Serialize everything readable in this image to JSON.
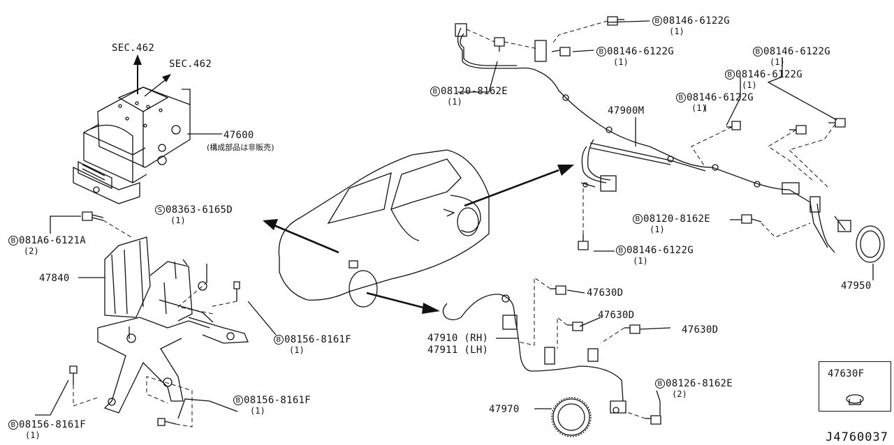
{
  "sections": {
    "sec1": "SEC.462",
    "sec2": "SEC.462"
  },
  "parts": {
    "abs_actuator": {
      "number": "47600",
      "note": "(構成部品は非販売)"
    },
    "bracket": "47840",
    "harness": "47900M",
    "sensor_rh": "47910 (RH)",
    "sensor_lh": "47911 (LH)",
    "rotor_rear": "47950",
    "rotor_front": "47970",
    "clip_a": "47630D",
    "clip_b": "47630D",
    "clip_c": "47630D",
    "clip_box": "47630F"
  },
  "fasteners": [
    {
      "prefix": "B",
      "part": "08146-6122G",
      "qty": "(1)"
    },
    {
      "prefix": "B",
      "part": "08146-6122G",
      "qty": "(1)"
    },
    {
      "prefix": "B",
      "part": "08146-6122G",
      "qty": "(1)"
    },
    {
      "prefix": "B",
      "part": "08146-6122G",
      "qty": "(1)"
    },
    {
      "prefix": "B",
      "part": "08146-6122G",
      "qty": "(1)"
    },
    {
      "prefix": "B",
      "part": "08120-8162E",
      "qty": "(1)"
    },
    {
      "prefix": "B",
      "part": "08120-8162E",
      "qty": "(1)"
    },
    {
      "prefix": "B",
      "part": "08146-6122G",
      "qty": "(1)"
    },
    {
      "prefix": "S",
      "part": "08363-6165D",
      "qty": "(1)"
    },
    {
      "prefix": "B",
      "part": "081A6-6121A",
      "qty": "(2)"
    },
    {
      "prefix": "B",
      "part": "08156-8161F",
      "qty": "(1)"
    },
    {
      "prefix": "B",
      "part": "08156-8161F",
      "qty": "(1)"
    },
    {
      "prefix": "B",
      "part": "08156-8161F",
      "qty": "(1)"
    },
    {
      "prefix": "B",
      "part": "08126-8162E",
      "qty": "(2)"
    }
  ],
  "diagram_id": "J4760037"
}
